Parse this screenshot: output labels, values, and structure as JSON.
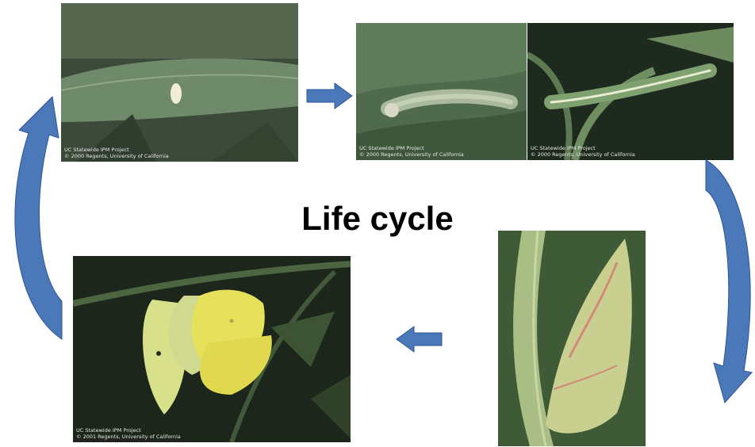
{
  "title": "Life cycle",
  "stages": {
    "egg": {
      "credit_line1": "UC Statewide IPM Project",
      "credit_line2": "© 2000 Regents, University of California"
    },
    "larva_young": {
      "credit_line1": "UC Statewide IPM Project",
      "credit_line2": "© 2000 Regents, University of California"
    },
    "larva_mature": {
      "credit_line1": "UC Statewide IPM Project",
      "credit_line2": "© 2000 Regents, University of California"
    },
    "adult": {
      "credit_line1": "UC Statewide IPM Project",
      "credit_line2": "© 2001 Regents, University of California"
    }
  },
  "colors": {
    "arrow_fill": "#4a78b8",
    "arrow_stroke": "#2f5597"
  }
}
